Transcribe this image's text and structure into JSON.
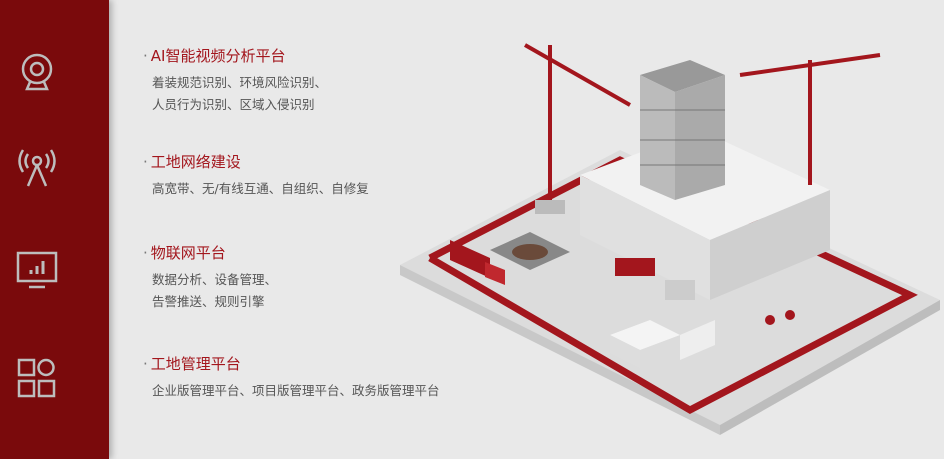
{
  "sidebar": {
    "icons": [
      "camera-icon",
      "antenna-icon",
      "monitor-chart-icon",
      "apps-grid-icon"
    ]
  },
  "features": [
    {
      "title": "AI智能视频分析平台",
      "lines": [
        "着装规范识别、环境风险识别、",
        "人员行为识别、区域入侵识别"
      ]
    },
    {
      "title": "工地网络建设",
      "lines": [
        "高宽带、无/有线互通、自组织、自修复"
      ]
    },
    {
      "title": "物联网平台",
      "lines": [
        "数据分析、设备管理、",
        "告警推送、规则引擎"
      ]
    },
    {
      "title": "工地管理平台",
      "lines": [
        "企业版管理平台、项目版管理平台、政务版管理平台"
      ]
    }
  ],
  "colors": {
    "sidebar": "#7a0a0c",
    "accent": "#a3161d",
    "text": "#555555",
    "background": "#e9e9e9"
  }
}
